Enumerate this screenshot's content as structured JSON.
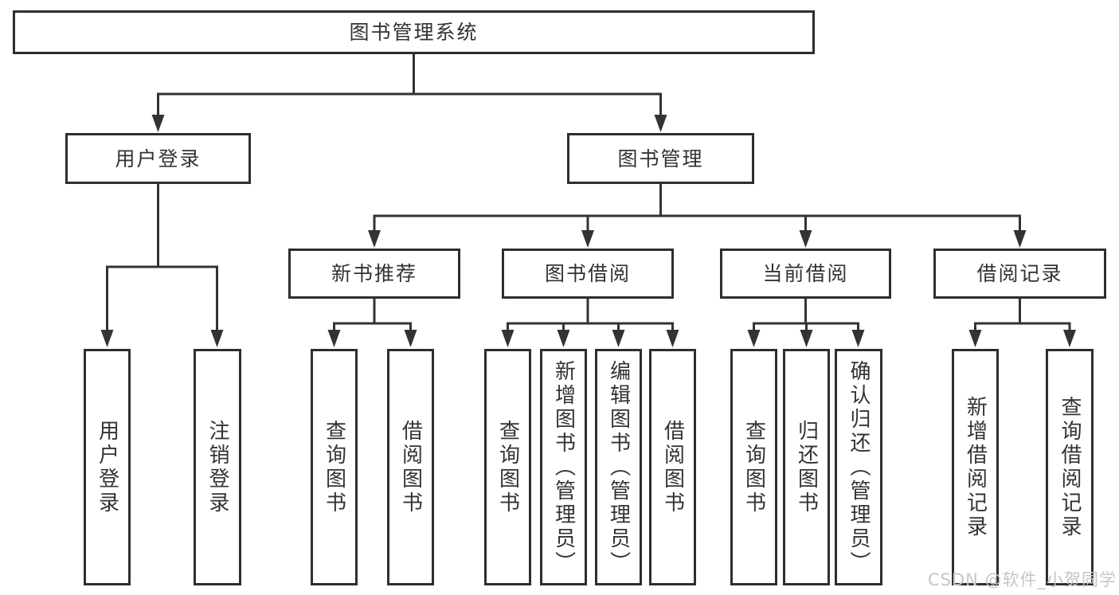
{
  "tree": {
    "root": {
      "label": "图书管理系统"
    },
    "level2": [
      {
        "label": "用户登录"
      },
      {
        "label": "图书管理"
      }
    ],
    "level3": [
      {
        "label": "新书推荐"
      },
      {
        "label": "图书借阅"
      },
      {
        "label": "当前借阅"
      },
      {
        "label": "借阅记录"
      }
    ],
    "leaves_user_login": [
      {
        "label": "用户登录"
      },
      {
        "label": "注销登录"
      }
    ],
    "leaves_new_book": [
      {
        "label": "查询图书"
      },
      {
        "label": "借阅图书"
      }
    ],
    "leaves_book_borrow": [
      {
        "label": "查询图书"
      },
      {
        "label": "新增图书（管理员）"
      },
      {
        "label": "编辑图书（管理员）"
      },
      {
        "label": "借阅图书"
      }
    ],
    "leaves_current_borrow": [
      {
        "label": "查询图书"
      },
      {
        "label": "归还图书"
      },
      {
        "label": "确认归还（管理员）"
      }
    ],
    "leaves_borrow_records": [
      {
        "label": "新增借阅记录"
      },
      {
        "label": "查询借阅记录"
      }
    ],
    "watermark": "CSDN @软件_小贺同学"
  },
  "colors": {
    "line": "#333333",
    "box_border": "#2e2e2e",
    "text": "#333333",
    "watermark": "#c9c4c4",
    "background": "#ffffff"
  }
}
